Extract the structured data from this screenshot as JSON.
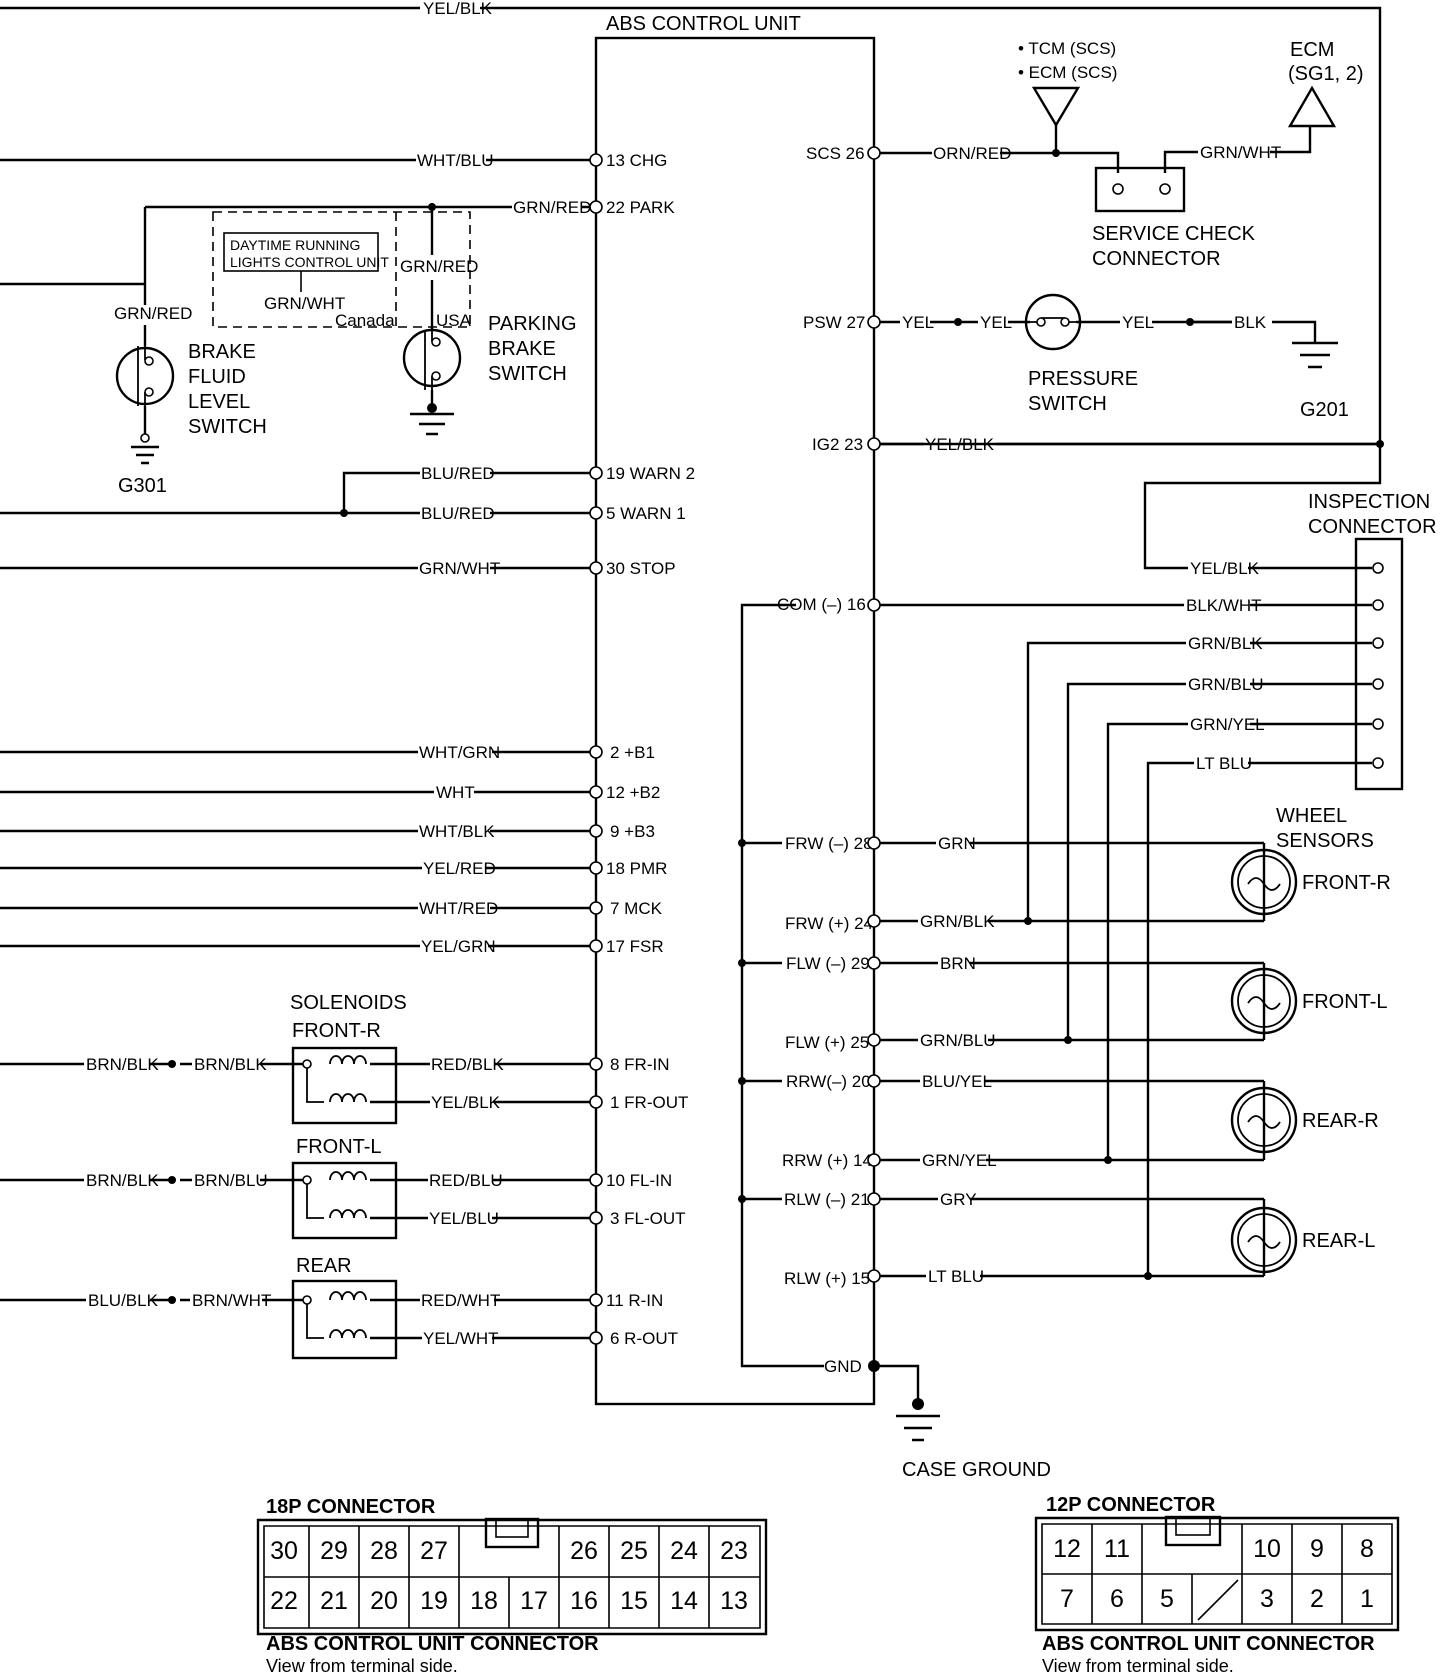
{
  "wires": {
    "top_yel_blk": "YEL/BLK",
    "chg": "WHT/BLU",
    "park": "GRN/RED",
    "usa_park": "GRN/RED",
    "brake_fluid": "GRN/RED",
    "drl_out": "GRN/WHT",
    "warn2": "BLU/RED",
    "warn1": "BLU/RED",
    "stop": "GRN/WHT",
    "b1": "WHT/GRN",
    "b2": "WHT",
    "b3": "WHT/BLK",
    "pmr": "YEL/RED",
    "mck": "WHT/RED",
    "fsr": "YEL/GRN",
    "scs": "ORN/RED",
    "scs_ecm": "GRN/WHT",
    "psw_1": "YEL",
    "psw_2": "YEL",
    "psw_3": "YEL",
    "psw_gnd": "BLK",
    "ig2": "YEL/BLK",
    "insp_1": "YEL/BLK",
    "insp_2": "BLK/WHT",
    "insp_3": "GRN/BLK",
    "insp_4": "GRN/BLU",
    "insp_5": "GRN/YEL",
    "insp_6": "LT BLU",
    "frw_minus": "GRN",
    "frw_plus": "GRN/BLK",
    "flw_minus": "BRN",
    "flw_plus": "GRN/BLU",
    "rrw_minus": "BLU/YEL",
    "rrw_plus": "GRN/YEL",
    "rlw_minus": "GRY",
    "rlw_plus": "LT BLU",
    "fr_src_a": "BRN/BLK",
    "fr_src_b": "BRN/BLK",
    "fr_in": "RED/BLK",
    "fr_out": "YEL/BLK",
    "fl_src_a": "BRN/BLK",
    "fl_src_b": "BRN/BLU",
    "fl_in": "RED/BLU",
    "fl_out": "YEL/BLU",
    "r_src_a": "BLU/BLK",
    "r_src_b": "BRN/WHT",
    "r_in": "RED/WHT",
    "r_out": "YEL/WHT"
  },
  "left_pins": {
    "chg": "13  CHG",
    "park": "22  PARK",
    "warn2": "19  WARN 2",
    "warn1": "5  WARN 1",
    "stop": "30  STOP",
    "b1": "2  +B1",
    "b2": "12  +B2",
    "b3": "9  +B3",
    "pmr": "18  PMR",
    "mck": "7  MCK",
    "fsr": "17  FSR",
    "fr_in": "8  FR-IN",
    "fr_out": "1  FR-OUT",
    "fl_in": "10  FL-IN",
    "fl_out": "3  FL-OUT",
    "r_in": "11  R-IN",
    "r_out": "6  R-OUT"
  },
  "right_pins": {
    "scs": "SCS  26",
    "psw": "PSW  27",
    "ig2": "IG2  23",
    "com": "COM (–)  16",
    "frw_minus": "FRW (–)  28",
    "frw_plus": "FRW (+)  24",
    "flw_minus": "FLW (–)  29",
    "flw_plus": "FLW (+)  25",
    "rrw_minus": "RRW(–)  20",
    "rrw_plus": "RRW (+)  14",
    "rlw_minus": "RLW (–)  21",
    "rlw_plus": "RLW (+)  15",
    "gnd": "GND"
  },
  "labels": {
    "abs_unit": "ABS CONTROL UNIT",
    "tcm": "• TCM (SCS)",
    "ecm_scs": "• ECM (SCS)",
    "ecm": "ECM",
    "ecm_sub": "(SG1, 2)",
    "service_check_1": "SERVICE CHECK",
    "service_check_2": "CONNECTOR",
    "pressure_1": "PRESSURE",
    "pressure_2": "SWITCH",
    "g201": "G201",
    "g301": "G301",
    "inspection_1": "INSPECTION",
    "inspection_2": "CONNECTOR",
    "drl_1": "DAYTIME RUNNING",
    "drl_2": "LIGHTS CONTROL UNIT",
    "canada": "Canada",
    "usa": "USA",
    "parking_1": "PARKING",
    "parking_2": "BRAKE",
    "parking_3": "SWITCH",
    "bfl_1": "BRAKE",
    "bfl_2": "FLUID",
    "bfl_3": "LEVEL",
    "bfl_4": "SWITCH",
    "wheel_1": "WHEEL",
    "wheel_2": "SENSORS",
    "front_r": "FRONT-R",
    "front_l": "FRONT-L",
    "rear_r": "REAR-R",
    "rear_l": "REAR-L",
    "solenoids": "SOLENOIDS",
    "sol_fr": "FRONT-R",
    "sol_fl": "FRONT-L",
    "sol_rear": "REAR",
    "case_ground": "CASE GROUND"
  },
  "connector18": {
    "title": "18P CONNECTOR",
    "top_row": [
      "30",
      "29",
      "28",
      "27",
      "26",
      "25",
      "24",
      "23"
    ],
    "bottom_row": [
      "22",
      "21",
      "20",
      "19",
      "18",
      "17",
      "16",
      "15",
      "14",
      "13"
    ],
    "caption": "ABS CONTROL UNIT CONNECTOR",
    "sub": "View from terminal side."
  },
  "connector12": {
    "title": "12P CONNECTOR",
    "top_row": [
      "12",
      "11",
      "10",
      "9",
      "8"
    ],
    "bottom_row": [
      "7",
      "6",
      "5",
      "3",
      "2",
      "1"
    ],
    "caption": "ABS CONTROL UNIT CONNECTOR",
    "sub": "View from terminal side."
  }
}
